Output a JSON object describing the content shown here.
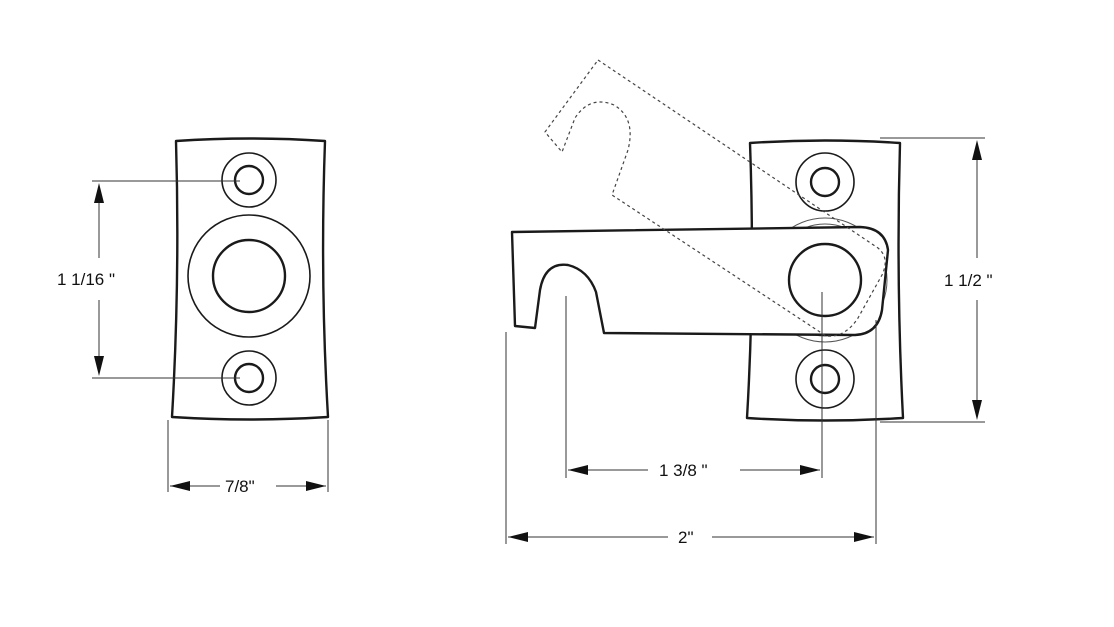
{
  "dimensions": {
    "strike_height": "1  1/16 \"",
    "strike_width": "7/8\"",
    "latch_height": "1 1/2 \"",
    "hook_to_pivot": "1 3/8 \"",
    "overall_length": "2\""
  },
  "colors": {
    "line": "#1a1a1a",
    "background": "#ffffff"
  }
}
